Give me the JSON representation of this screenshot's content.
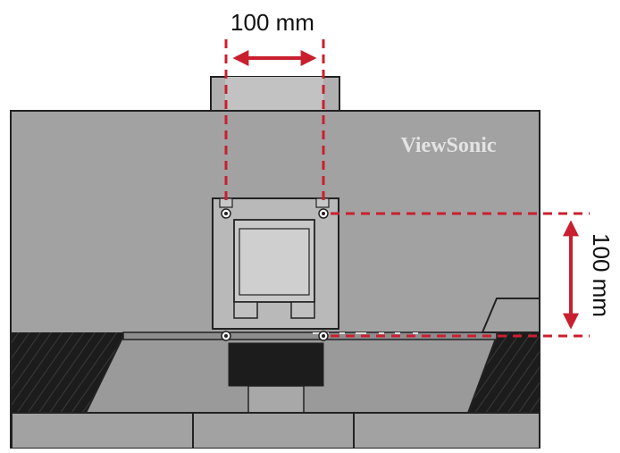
{
  "brand": {
    "logo_text": "ViewSonic"
  },
  "dimensions": {
    "horizontal_label": "100 mm",
    "vertical_label": "100 mm"
  },
  "colors": {
    "dimension_line": "#c8202f",
    "monitor_body": "#a2a2a2",
    "outline": "#222222",
    "vent_dark": "#1c1c1c",
    "mount_plate": "#b9b9b9"
  },
  "icons": {
    "screw_hole": "screw-hole-icon",
    "arrow": "double-arrow-icon"
  }
}
